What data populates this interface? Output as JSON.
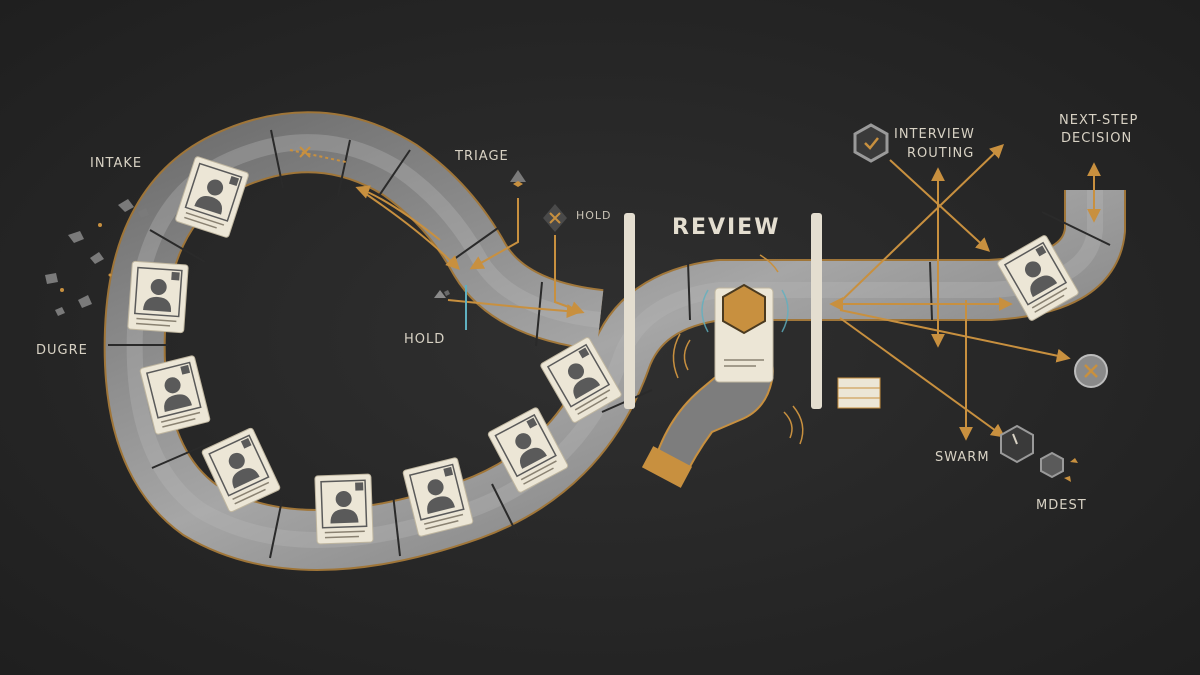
{
  "labels": {
    "intake": "INTAKE",
    "dugre": "DUGRE",
    "triage": "TRIAGE",
    "hold_top": "HOLD",
    "hold_bottom": "HOLD",
    "review": "REVIEW",
    "interview_line1": "INTERVIEW",
    "interview_line2": "ROUTING",
    "next_step_line1": "NEXT-STEP",
    "next_step_line2": "DECISION",
    "swarm": "SWARM",
    "mdest": "MDEST"
  },
  "colors": {
    "background": "#2a2a2a",
    "belt": "#8c8c8c",
    "accent": "#c8903f",
    "card": "#ece6d6",
    "gate": "#e4ded0"
  },
  "icons": [
    "person-card-icon",
    "check-hexagon-icon",
    "x-circle-icon",
    "hexagon-token-icon",
    "hand-icon",
    "paper-stack-icon"
  ]
}
